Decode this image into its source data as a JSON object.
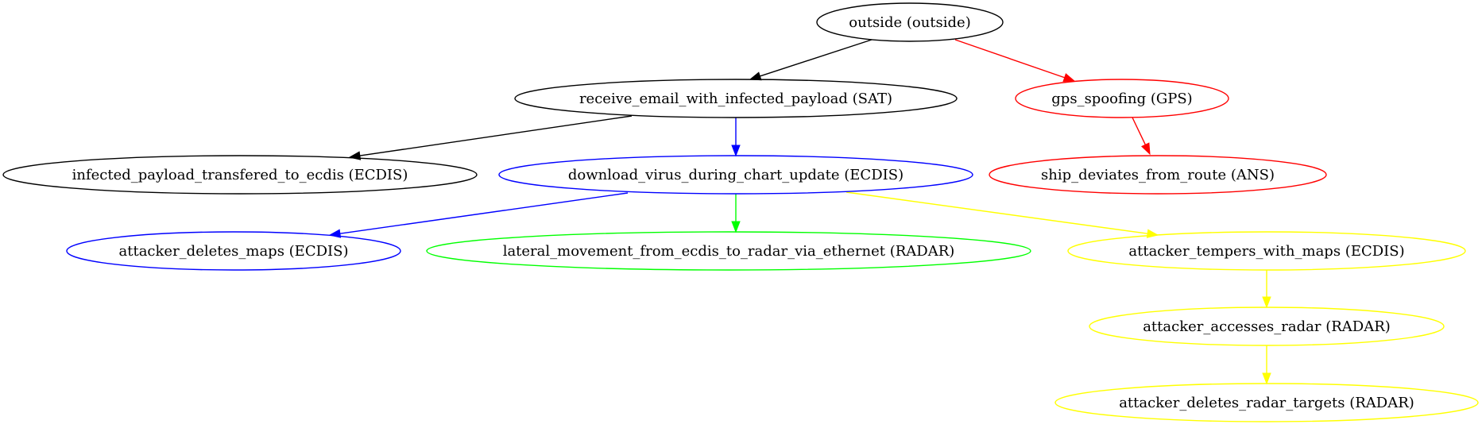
{
  "nodes": {
    "outside": {
      "label": "outside (outside)",
      "color": "#000000"
    },
    "receive_email": {
      "label": "receive_email_with_infected_payload (SAT)",
      "color": "#000000"
    },
    "gps_spoofing": {
      "label": "gps_spoofing (GPS)",
      "color": "#ff0000"
    },
    "infected_payload": {
      "label": "infected_payload_transfered_to_ecdis (ECDIS)",
      "color": "#000000"
    },
    "download_virus": {
      "label": "download_virus_during_chart_update (ECDIS)",
      "color": "#0000ff"
    },
    "ship_deviates": {
      "label": "ship_deviates_from_route (ANS)",
      "color": "#ff0000"
    },
    "deletes_maps": {
      "label": "attacker_deletes_maps (ECDIS)",
      "color": "#0000ff"
    },
    "lateral_movement": {
      "label": "lateral_movement_from_ecdis_to_radar_via_ethernet (RADAR)",
      "color": "#00ff00"
    },
    "tempers_maps": {
      "label": "attacker_tempers_with_maps (ECDIS)",
      "color": "#ffff00"
    },
    "accesses_radar": {
      "label": "attacker_accesses_radar (RADAR)",
      "color": "#ffff00"
    },
    "deletes_targets": {
      "label": "attacker_deletes_radar_targets (RADAR)",
      "color": "#ffff00"
    }
  },
  "edges": [
    {
      "from": "outside",
      "to": "receive_email",
      "color": "#000000"
    },
    {
      "from": "outside",
      "to": "gps_spoofing",
      "color": "#ff0000"
    },
    {
      "from": "receive_email",
      "to": "infected_payload",
      "color": "#000000"
    },
    {
      "from": "receive_email",
      "to": "download_virus",
      "color": "#0000ff"
    },
    {
      "from": "gps_spoofing",
      "to": "ship_deviates",
      "color": "#ff0000"
    },
    {
      "from": "download_virus",
      "to": "deletes_maps",
      "color": "#0000ff"
    },
    {
      "from": "download_virus",
      "to": "lateral_movement",
      "color": "#00ff00"
    },
    {
      "from": "download_virus",
      "to": "tempers_maps",
      "color": "#ffff00"
    },
    {
      "from": "tempers_maps",
      "to": "accesses_radar",
      "color": "#ffff00"
    },
    {
      "from": "accesses_radar",
      "to": "deletes_targets",
      "color": "#ffff00"
    }
  ]
}
